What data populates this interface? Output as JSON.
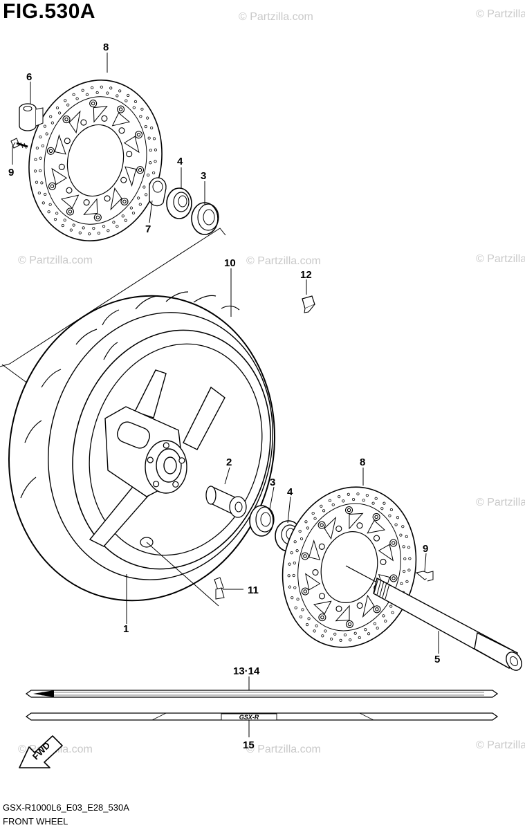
{
  "figure": {
    "title": "FIG.530A",
    "code": "GSX-R1000L6_E03_E28_530A",
    "name": "FRONT WHEEL"
  },
  "watermark": "© Partzilla.com",
  "fwd_label": "FWD",
  "stripe_text": "GSX-R",
  "callouts": {
    "p1": "1",
    "p2": "2",
    "p3a": "3",
    "p3b": "3",
    "p4a": "4",
    "p4b": "4",
    "p5": "5",
    "p6": "6",
    "p7": "7",
    "p8a": "8",
    "p8b": "8",
    "p9a": "9",
    "p9b": "9",
    "p10": "10",
    "p11": "11",
    "p12": "12",
    "p13_14": "13·14",
    "p15": "15"
  }
}
